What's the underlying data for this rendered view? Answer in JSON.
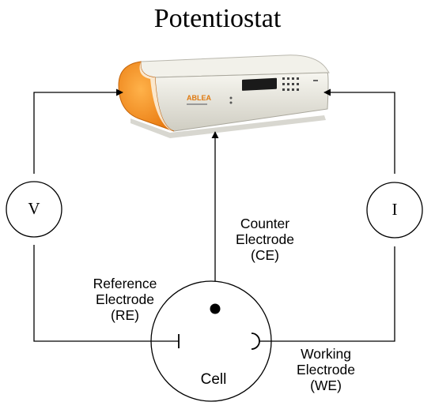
{
  "title": "Potentiostat",
  "device": {
    "brand_text": "ABLEA",
    "colors": {
      "body": "#eae8de",
      "accent": "#f08a1c",
      "panel": "#f4f3ec",
      "display": "#1a1a1a"
    }
  },
  "meters": {
    "voltage": {
      "symbol": "V"
    },
    "current": {
      "symbol": "I"
    }
  },
  "electrodes": {
    "counter": {
      "lines": [
        "Counter",
        "Electrode",
        "(CE)"
      ]
    },
    "reference": {
      "lines": [
        "Reference",
        "Electrode",
        "(RE)"
      ]
    },
    "working": {
      "lines": [
        "Working",
        "Electrode",
        "(WE)"
      ]
    }
  },
  "cell": {
    "label": "Cell"
  },
  "colors": {
    "line": "#000000",
    "background": "#ffffff"
  }
}
